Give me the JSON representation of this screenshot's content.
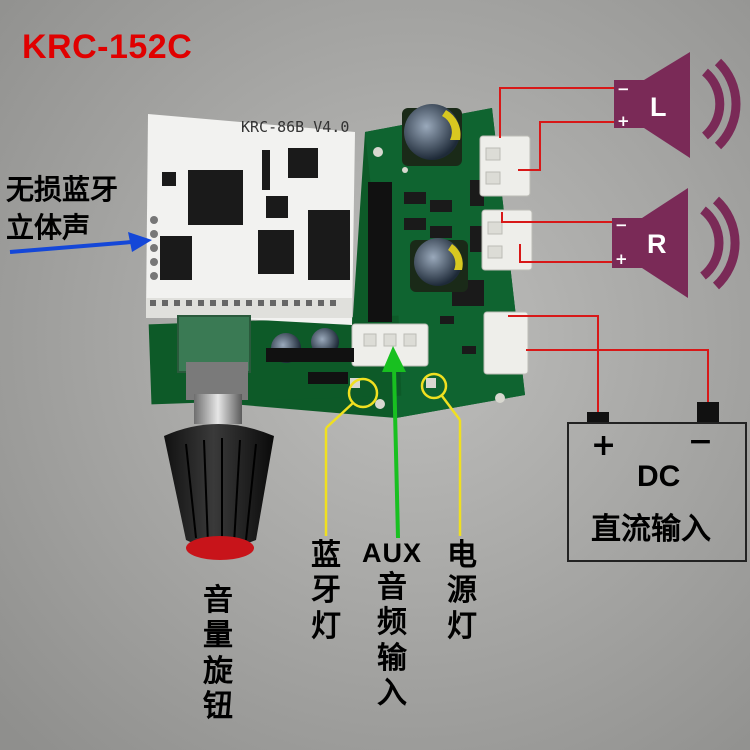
{
  "title": "KRC-152C",
  "bluetooth_module": {
    "label": "KRC-86B  V4.0"
  },
  "left_label": {
    "line1": "无损蓝牙",
    "line2": "立体声"
  },
  "speakers": {
    "left": {
      "channel": "L",
      "neg": "−",
      "pos": "+"
    },
    "right": {
      "channel": "R",
      "neg": "−",
      "pos": "+"
    }
  },
  "dc_input": {
    "plus": "+",
    "minus": "−",
    "title": "DC",
    "subtitle": "直流输入"
  },
  "labels": {
    "knob": [
      "音",
      "量",
      "旋",
      "钮"
    ],
    "bt_led": [
      "蓝",
      "牙",
      "灯"
    ],
    "aux_prefix": "AUX",
    "aux": [
      "音",
      "频",
      "输",
      "入"
    ],
    "power_led": [
      "电",
      "源",
      "灯"
    ]
  },
  "colors": {
    "title": "#e00000",
    "speaker": "#7a2a57",
    "wire_red": "#d81818",
    "arrow_blue": "#1447d8",
    "arrow_green": "#18c020",
    "pointer_yellow": "#f0e020",
    "board": "#0d5a28"
  }
}
